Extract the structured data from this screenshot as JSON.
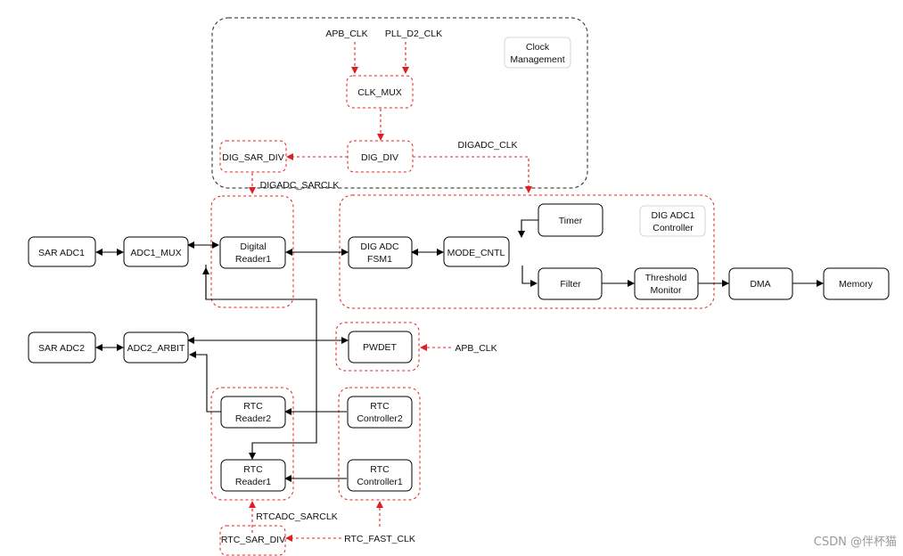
{
  "blocks": {
    "apb_clk": "APB_CLK",
    "pll_d2_clk": "PLL_D2_CLK",
    "clock_mgmt": [
      "Clock",
      "Management"
    ],
    "clk_mux": "CLK_MUX",
    "dig_div": "DIG_DIV",
    "dig_sar_div": "DIG_SAR_DIV",
    "digadc_clk": "DIGADC_CLK",
    "digadc_sarclk": "DIGADC_SARCLK",
    "sar_adc1": "SAR ADC1",
    "adc1_mux": "ADC1_MUX",
    "digital_reader1": [
      "Digital",
      "Reader1"
    ],
    "dig_adc_fsm1": [
      "DIG ADC",
      "FSM1"
    ],
    "mode_cntl": "MODE_CNTL",
    "timer": "Timer",
    "filter": "Filter",
    "dig_adc1_controller": [
      "DIG ADC1",
      "Controller"
    ],
    "threshold_monitor": [
      "Threshold",
      "Monitor"
    ],
    "dma": "DMA",
    "memory": "Memory",
    "sar_adc2": "SAR ADC2",
    "adc2_arbit": "ADC2_ARBIT",
    "pwdet": "PWDET",
    "apb_clk2": "APB_CLK",
    "rtc_reader2": [
      "RTC",
      "Reader2"
    ],
    "rtc_controller2": [
      "RTC",
      "Controller2"
    ],
    "rtc_reader1": [
      "RTC",
      "Reader1"
    ],
    "rtc_controller1": [
      "RTC",
      "Controller1"
    ],
    "rtcadc_sarclk": "RTCADC_SARCLK",
    "rtc_sar_div": "RTC_SAR_DIV",
    "rtc_fast_clk": "RTC_FAST_CLK"
  },
  "watermark": "CSDN @伴杯猫",
  "colors": {
    "clock_path": "#e02020",
    "data_path": "#000000"
  }
}
